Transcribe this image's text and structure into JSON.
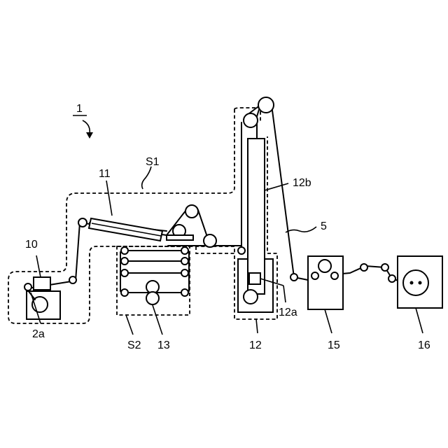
{
  "labels": {
    "apparatus": "1",
    "unwind": "2a",
    "web": "5",
    "unit_10": "10",
    "unit_11": "11",
    "unit_12": "12",
    "unit_12a": "12a",
    "unit_12b": "12b",
    "unit_13": "13",
    "unit_15": "15",
    "unit_16": "16",
    "space_s1": "S1",
    "space_s2": "S2"
  },
  "colors": {
    "ink": "#000000",
    "paper": "#ffffff"
  }
}
